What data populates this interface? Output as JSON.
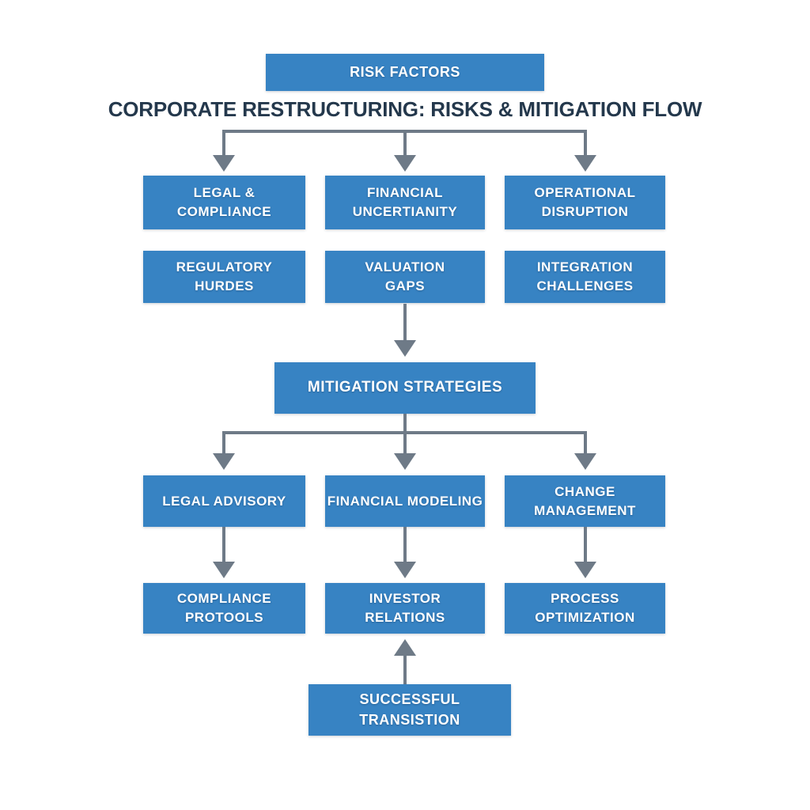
{
  "title": "CORPORATE RESTRUCTURING: RISKS & MITIGATION FLOW",
  "colors": {
    "background": "#FFFFFF",
    "box": "#3783C3",
    "box_text": "#FFFFFF",
    "title": "#24384C",
    "arrow": "#6E7A87"
  },
  "nodes": {
    "risk_factors": "RISK FACTORS",
    "legal_compliance": "LEGAL &\nCOMPLIANCE",
    "financial_uncertianity": "FINANCIAL\nUNCERTIANITY",
    "operational_disruption": "OPERATIONAL\nDISRUPTION",
    "regulatory_hurdes": "REGULATORY\nHURDES",
    "valuation_gaps": "VALUATION\nGAPS",
    "integration_challenges": "INTEGRATION\nCHALLENGES",
    "mitigation_strategies": "MITIGATION STRATEGIES",
    "legal_advisory": "LEGAL ADVISORY",
    "financial_modeling": "FINANCIAL MODELING",
    "change_management": "CHANGE\nMANAGEMENT",
    "compliance_protools": "COMPLIANCE\nPROTOOLS",
    "investor_relations": "INVESTOR\nRELATIONS",
    "process_optimization": "PROCESS\nOPTIMIZATION",
    "successful_transistion": "SUCCESSFUL TRANSISTION"
  }
}
